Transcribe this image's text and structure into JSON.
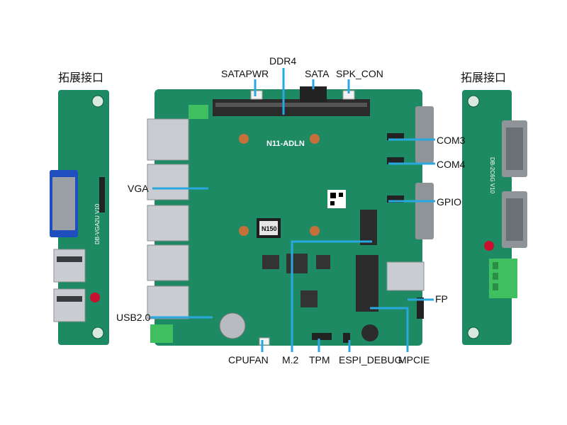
{
  "left_board": {
    "title": "拓展接口",
    "silk": "DB-VGA2U V10"
  },
  "right_board": {
    "title": "拓展接口",
    "silk": "DB-2C6G V10"
  },
  "main_board": {
    "model": "N11-ADLN",
    "cpu": "N150"
  },
  "labels": {
    "ddr4": "DDR4",
    "satapwr": "SATAPWR",
    "sata": "SATA",
    "spk_con": "SPK_CON",
    "com3": "COM3",
    "com4": "COM4",
    "vga": "VGA",
    "gpio": "GPIO",
    "fp": "FP",
    "usb20": "USB2.0",
    "cpufan": "CPUFAN",
    "m2": "M.2",
    "tpm": "TPM",
    "espi_debug": "ESPI_DEBUG",
    "mpcie": "MPCIE"
  },
  "colors": {
    "pcb": "#1e8a63",
    "callout": "#29a8e0"
  }
}
